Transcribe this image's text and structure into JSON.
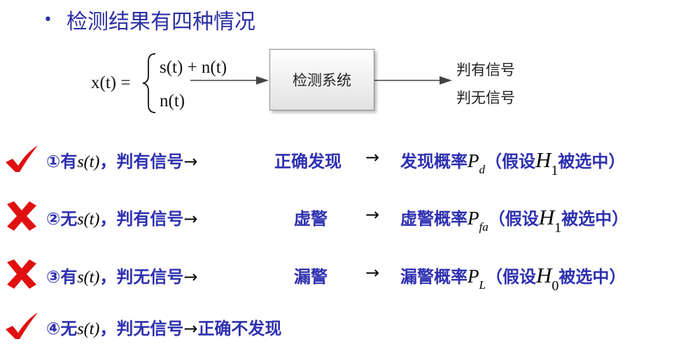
{
  "title": "检测结果有四种情况",
  "diagram": {
    "lhs": "x(t) =",
    "case_top": "s(t) + n(t)",
    "case_bottom": "n(t)",
    "box_label": "检测系统",
    "outputs": [
      "判有信号",
      "判无信号"
    ]
  },
  "rows": [
    {
      "mark": "check",
      "num": "①",
      "cond": "有",
      "st": "s(t)",
      "sep": "，",
      "judge": "判有信号",
      "arrow1": "→",
      "result": "正确发现",
      "arrow2": "→",
      "prob": "发现概率",
      "P": "P",
      "sub": "d",
      "open": "（假设",
      "H": "H",
      "Hsub": "1",
      "close": "被选中）"
    },
    {
      "mark": "cross",
      "num": "②",
      "cond": "无",
      "st": "s(t)",
      "sep": "，",
      "judge": "判有信号",
      "arrow1": "→",
      "result": "虚警",
      "arrow2": "→",
      "prob": "虚警概率",
      "P": "P",
      "sub": "fa",
      "open": "（假设",
      "H": "H",
      "Hsub": "1",
      "close": "被选中）"
    },
    {
      "mark": "cross",
      "num": "③",
      "cond": "有",
      "st": "s(t)",
      "sep": "，",
      "judge": "判无信号",
      "arrow1": "→",
      "result": "漏警",
      "arrow2": "→",
      "prob": "漏警概率",
      "P": "P",
      "sub": "L",
      "open": "（假设",
      "H": "H",
      "Hsub": "0",
      "close": "被选中）"
    },
    {
      "mark": "check",
      "num": "④",
      "cond": "无",
      "st": "s(t)",
      "sep": "，",
      "judge": "判无信号",
      "arrow1": "→",
      "result": "正确不发现"
    }
  ],
  "colors": {
    "text": "#2e30b0",
    "title": "#2b2fa3",
    "mark": "#e01010"
  }
}
